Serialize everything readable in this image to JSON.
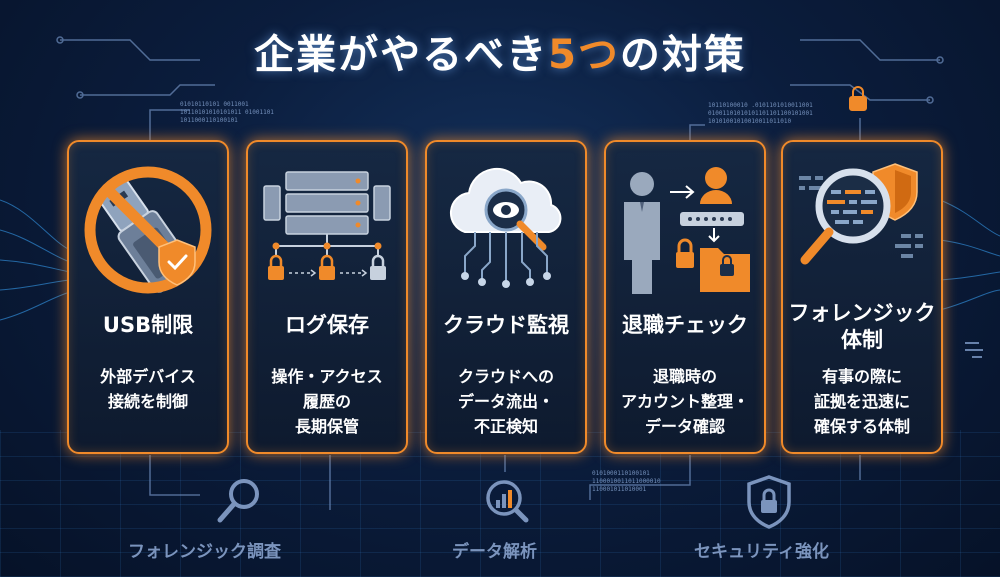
{
  "title": {
    "before": "企業がやるべき",
    "number": "5つ",
    "after": "の対策"
  },
  "cards": [
    {
      "icon": "usb-prohibited-icon",
      "title": [
        "USB制限"
      ],
      "desc": [
        "外部デバイス",
        "接続を制御"
      ]
    },
    {
      "icon": "server-log-icon",
      "title": [
        "ログ保存"
      ],
      "desc": [
        "操作・アクセス",
        "履歴の",
        "長期保管"
      ]
    },
    {
      "icon": "cloud-monitor-icon",
      "title": [
        "クラウド監視"
      ],
      "desc": [
        "クラウドへの",
        "データ流出・",
        "不正検知"
      ]
    },
    {
      "icon": "offboarding-check-icon",
      "title": [
        "退職チェック"
      ],
      "desc": [
        "退職時の",
        "アカウント整理・",
        "データ確認"
      ]
    },
    {
      "icon": "forensic-investigation-icon",
      "title": [
        "フォレンジック",
        "体制"
      ],
      "desc": [
        "有事の際に",
        "証拠を迅速に",
        "確保する体制"
      ]
    }
  ],
  "bottom": [
    {
      "icon": "magnifier-icon",
      "label": "フォレンジック調査"
    },
    {
      "icon": "analytics-icon",
      "label": "データ解析"
    },
    {
      "icon": "shield-lock-icon",
      "label": "セキュリティ強化"
    }
  ],
  "binary": {
    "top_left": [
      "01010110101 0011001",
      "10110101010101011 01001101",
      "1011000110100101"
    ],
    "top_right": [
      "10110100010 .0101101010011001",
      "01001101010101101101100101001",
      "10101001010010011011010"
    ],
    "bottom": [
      "0101000110100101",
      "1100010011011000010",
      "110001011010001"
    ]
  },
  "colors": {
    "accent": "#f08a2a",
    "background": "#0b1d3d",
    "muted_label": "#7b94bd"
  }
}
